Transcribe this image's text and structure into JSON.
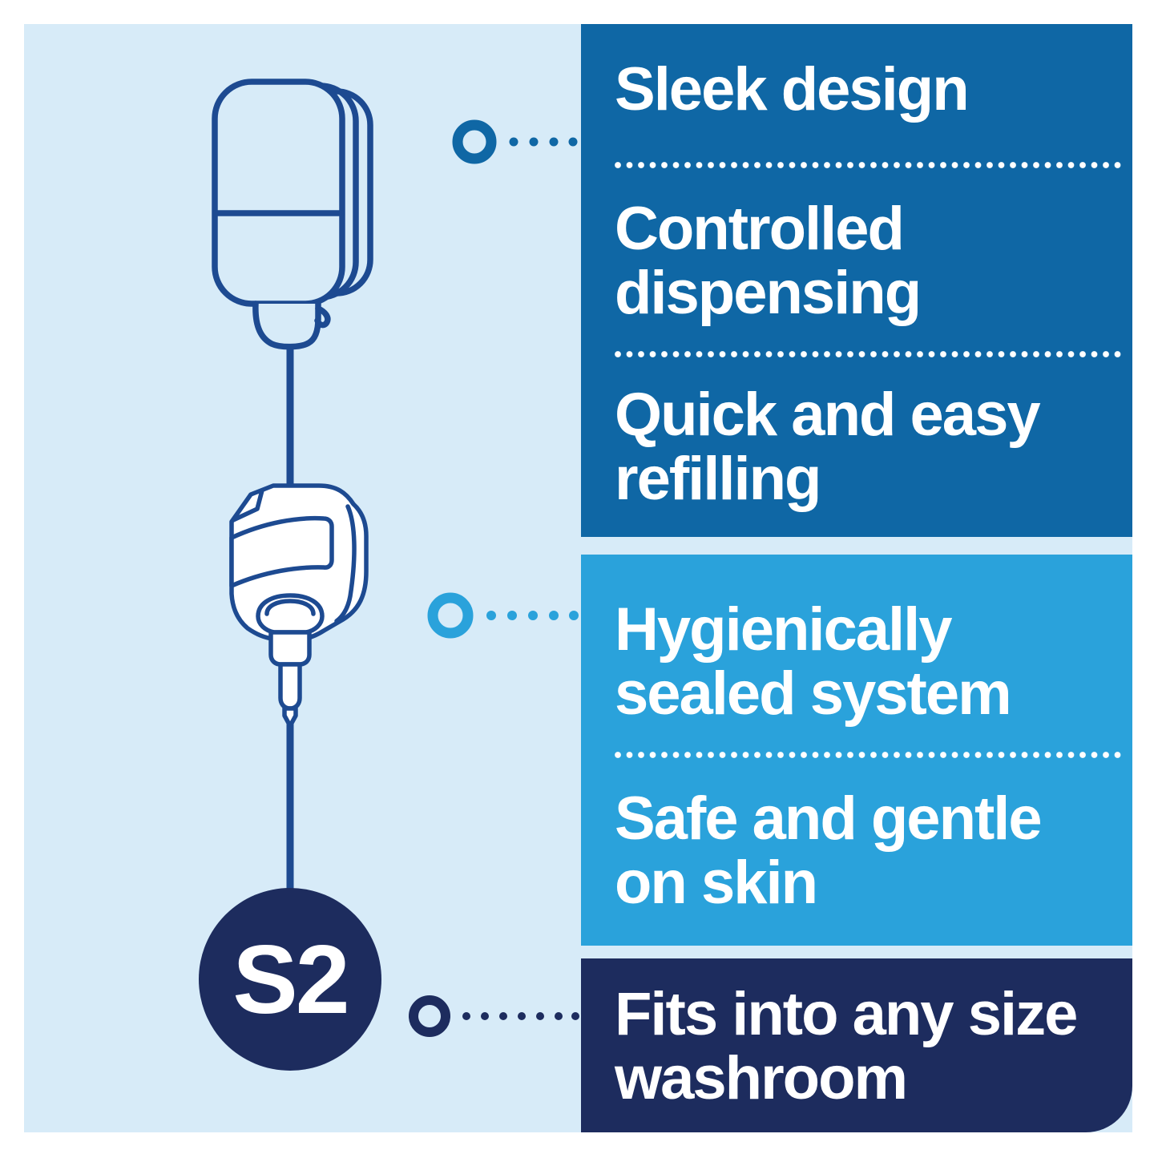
{
  "colors": {
    "frame": "#ffffff",
    "background": "#d7ebf8",
    "panel_top": "#0f67a5",
    "panel_middle": "#2aa2db",
    "panel_bottom": "#1d2c5e",
    "line_art_outline": "#1d4a91",
    "text": "#ffffff"
  },
  "badge": {
    "label": "S2"
  },
  "panels": [
    {
      "name": "top-feature-panel",
      "bg": "#0f67a5",
      "features": [
        "Sleek design",
        "Controlled dispensing",
        "Quick and easy refilling"
      ]
    },
    {
      "name": "middle-feature-panel",
      "bg": "#2aa2db",
      "features": [
        "Hygienically sealed system",
        "Safe and gentle on skin"
      ]
    },
    {
      "name": "bottom-feature-panel",
      "bg": "#1d2c5e",
      "features": [
        "Fits into any size washroom"
      ]
    }
  ],
  "icons": {
    "dispenser": "soap-dispenser-line-art",
    "refill": "refill-bottle-pump-line-art",
    "badge": "s2-system-badge",
    "connector_top": "ring-dotted-leader-blue",
    "connector_middle": "ring-dotted-leader-lightblue",
    "connector_bottom": "ring-dotted-leader-navy"
  }
}
